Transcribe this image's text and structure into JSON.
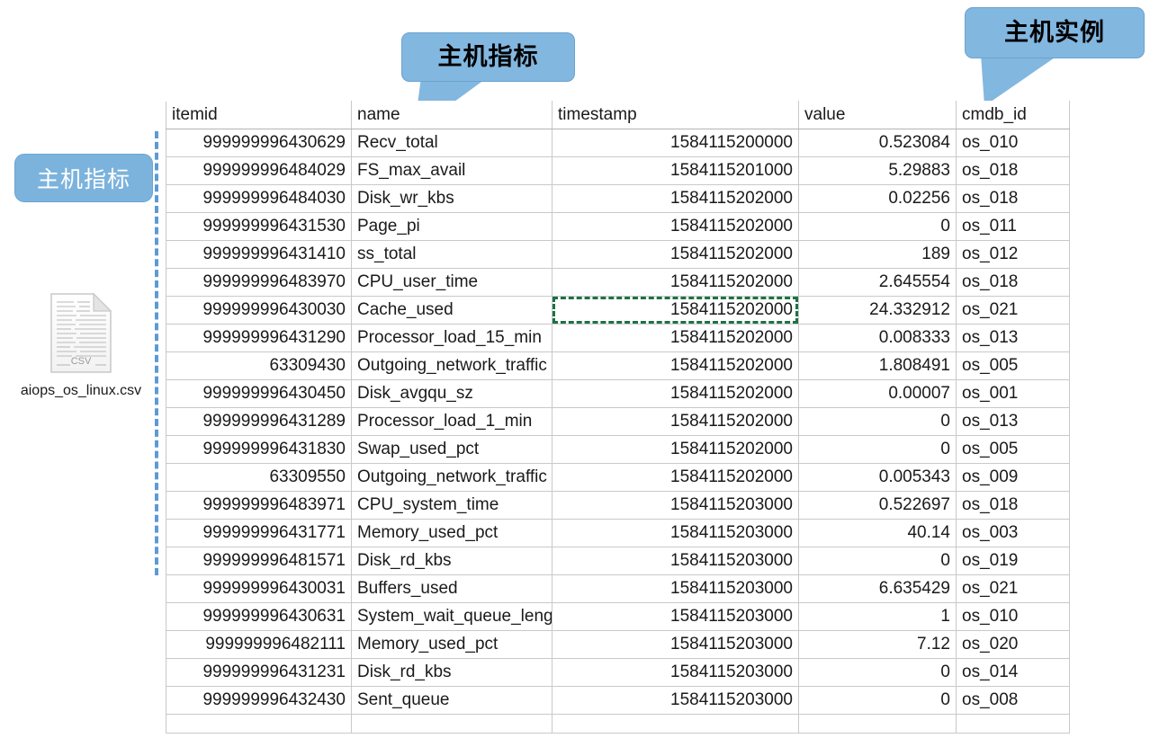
{
  "annotations": {
    "callout_metrics": "主机指标",
    "callout_instance": "主机实例",
    "pill_metrics": "主机指标"
  },
  "file": {
    "name": "aiops_os_linux.csv",
    "icon": "csv-file-icon",
    "icon_label": "CSV"
  },
  "table": {
    "columns": [
      "itemid",
      "name",
      "timestamp",
      "value",
      "cmdb_id"
    ],
    "selected_cell": {
      "row": 6,
      "column": "timestamp",
      "outline_color": "#1e7145"
    },
    "rows": [
      {
        "itemid": "999999996430629",
        "name": "Recv_total",
        "timestamp": "1584115200000",
        "value": "0.523084",
        "cmdb_id": "os_010"
      },
      {
        "itemid": "999999996484029",
        "name": "FS_max_avail",
        "timestamp": "1584115201000",
        "value": "5.29883",
        "cmdb_id": "os_018"
      },
      {
        "itemid": "999999996484030",
        "name": "Disk_wr_kbs",
        "timestamp": "1584115202000",
        "value": "0.02256",
        "cmdb_id": "os_018"
      },
      {
        "itemid": "999999996431530",
        "name": "Page_pi",
        "timestamp": "1584115202000",
        "value": "0",
        "cmdb_id": "os_011"
      },
      {
        "itemid": "999999996431410",
        "name": "ss_total",
        "timestamp": "1584115202000",
        "value": "189",
        "cmdb_id": "os_012"
      },
      {
        "itemid": "999999996483970",
        "name": "CPU_user_time",
        "timestamp": "1584115202000",
        "value": "2.645554",
        "cmdb_id": "os_018"
      },
      {
        "itemid": "999999996430030",
        "name": "Cache_used",
        "timestamp": "1584115202000",
        "value": "24.332912",
        "cmdb_id": "os_021"
      },
      {
        "itemid": "999999996431290",
        "name": "Processor_load_15_min",
        "timestamp": "1584115202000",
        "value": "0.008333",
        "cmdb_id": "os_013"
      },
      {
        "itemid": "63309430",
        "name": "Outgoing_network_traffic",
        "timestamp": "1584115202000",
        "value": "1.808491",
        "cmdb_id": "os_005"
      },
      {
        "itemid": "999999996430450",
        "name": "Disk_avgqu_sz",
        "timestamp": "1584115202000",
        "value": "0.00007",
        "cmdb_id": "os_001"
      },
      {
        "itemid": "999999996431289",
        "name": "Processor_load_1_min",
        "timestamp": "1584115202000",
        "value": "0",
        "cmdb_id": "os_013"
      },
      {
        "itemid": "999999996431830",
        "name": "Swap_used_pct",
        "timestamp": "1584115202000",
        "value": "0",
        "cmdb_id": "os_005"
      },
      {
        "itemid": "63309550",
        "name": "Outgoing_network_traffic",
        "timestamp": "1584115202000",
        "value": "0.005343",
        "cmdb_id": "os_009"
      },
      {
        "itemid": "999999996483971",
        "name": "CPU_system_time",
        "timestamp": "1584115203000",
        "value": "0.522697",
        "cmdb_id": "os_018"
      },
      {
        "itemid": "999999996431771",
        "name": "Memory_used_pct",
        "timestamp": "1584115203000",
        "value": "40.14",
        "cmdb_id": "os_003"
      },
      {
        "itemid": "999999996481571",
        "name": "Disk_rd_kbs",
        "timestamp": "1584115203000",
        "value": "0",
        "cmdb_id": "os_019"
      },
      {
        "itemid": "999999996430031",
        "name": "Buffers_used",
        "timestamp": "1584115203000",
        "value": "6.635429",
        "cmdb_id": "os_021"
      },
      {
        "itemid": "999999996430631",
        "name": "System_wait_queue_length",
        "timestamp": "1584115203000",
        "value": "1",
        "cmdb_id": "os_010"
      },
      {
        "itemid": "999999996482111",
        "name": "Memory_used_pct",
        "timestamp": "1584115203000",
        "value": "7.12",
        "cmdb_id": "os_020"
      },
      {
        "itemid": "999999996431231",
        "name": "Disk_rd_kbs",
        "timestamp": "1584115203000",
        "value": "0",
        "cmdb_id": "os_014"
      },
      {
        "itemid": "999999996432430",
        "name": "Sent_queue",
        "timestamp": "1584115203000",
        "value": "0",
        "cmdb_id": "os_008"
      }
    ]
  },
  "colors": {
    "callout_fill": "#82b7e0",
    "pill_fill": "#7cb3dd",
    "dashed_connector": "#5b9bd5",
    "selection_outline": "#1e7145",
    "grid_line": "#c9c9c9"
  }
}
